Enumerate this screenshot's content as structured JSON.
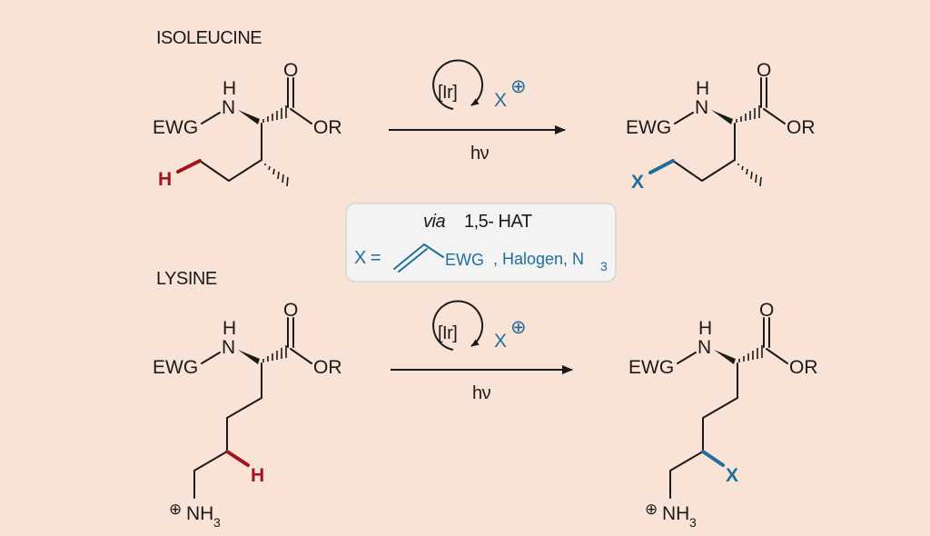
{
  "sections": [
    {
      "title": "ISOLEUCINE"
    },
    {
      "title": "LYSINE"
    }
  ],
  "atoms": {
    "h_nh": "H",
    "nitrogen": "N",
    "oxygen": "O",
    "ewg": "EWG",
    "or": "OR",
    "hydrogen": "H",
    "x": "X",
    "ammonium": "NH",
    "ammonium_sub": "3",
    "plus": "⊕"
  },
  "reaction": {
    "catalyst": "[Ir]",
    "reagent": "X",
    "reagent_charge": "⊕",
    "condition": "hν"
  },
  "mechanism_box": {
    "via": "via",
    "step": "1,5- HAT",
    "x_eq": "X =",
    "alkene_group": "EWG",
    "options": ", Halogen, N",
    "options_sub": "3"
  },
  "colors": {
    "background": "#f9e3d6",
    "abstracted_h": "#a3141f",
    "installed_x": "#1f6f9a",
    "box_fill": "#f3f3f3"
  }
}
